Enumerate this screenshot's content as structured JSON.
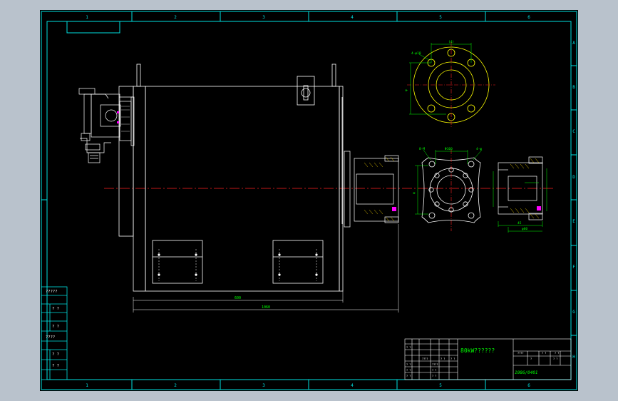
{
  "frame": {
    "zone_numbers": [
      "1",
      "2",
      "3",
      "4",
      "5",
      "6"
    ],
    "zone_letters": [
      "A",
      "B",
      "C",
      "D",
      "E",
      "F",
      "G",
      "H"
    ]
  },
  "dimensions": {
    "width_inner": "600",
    "width_total": "1060",
    "flange_width_top": "(4)",
    "flange_hole": "4-φ18",
    "flange_height": "φ",
    "coupling_width": "Φ160",
    "coupling_hole_left": "8-M",
    "coupling_hole_right": "4-φ",
    "coupling_height": "φ",
    "sleeve_bottom_a": "45",
    "sleeve_bottom_b": "φ60"
  },
  "left_table": {
    "labels": [
      "?????",
      "? ?",
      "? ?",
      "????",
      "? ?",
      "? ?"
    ]
  },
  "title_block": {
    "drawing_title": "80kW??????",
    "company": "1086/0401"
  },
  "colors": {
    "background": "#000000",
    "frame": "#00e0e0",
    "outline": "#ffffff",
    "centerline": "#ff2020",
    "dimension": "#00ff00",
    "flange": "#ffff00",
    "hatch": "#e0c000",
    "seal": "#ff00ff"
  }
}
